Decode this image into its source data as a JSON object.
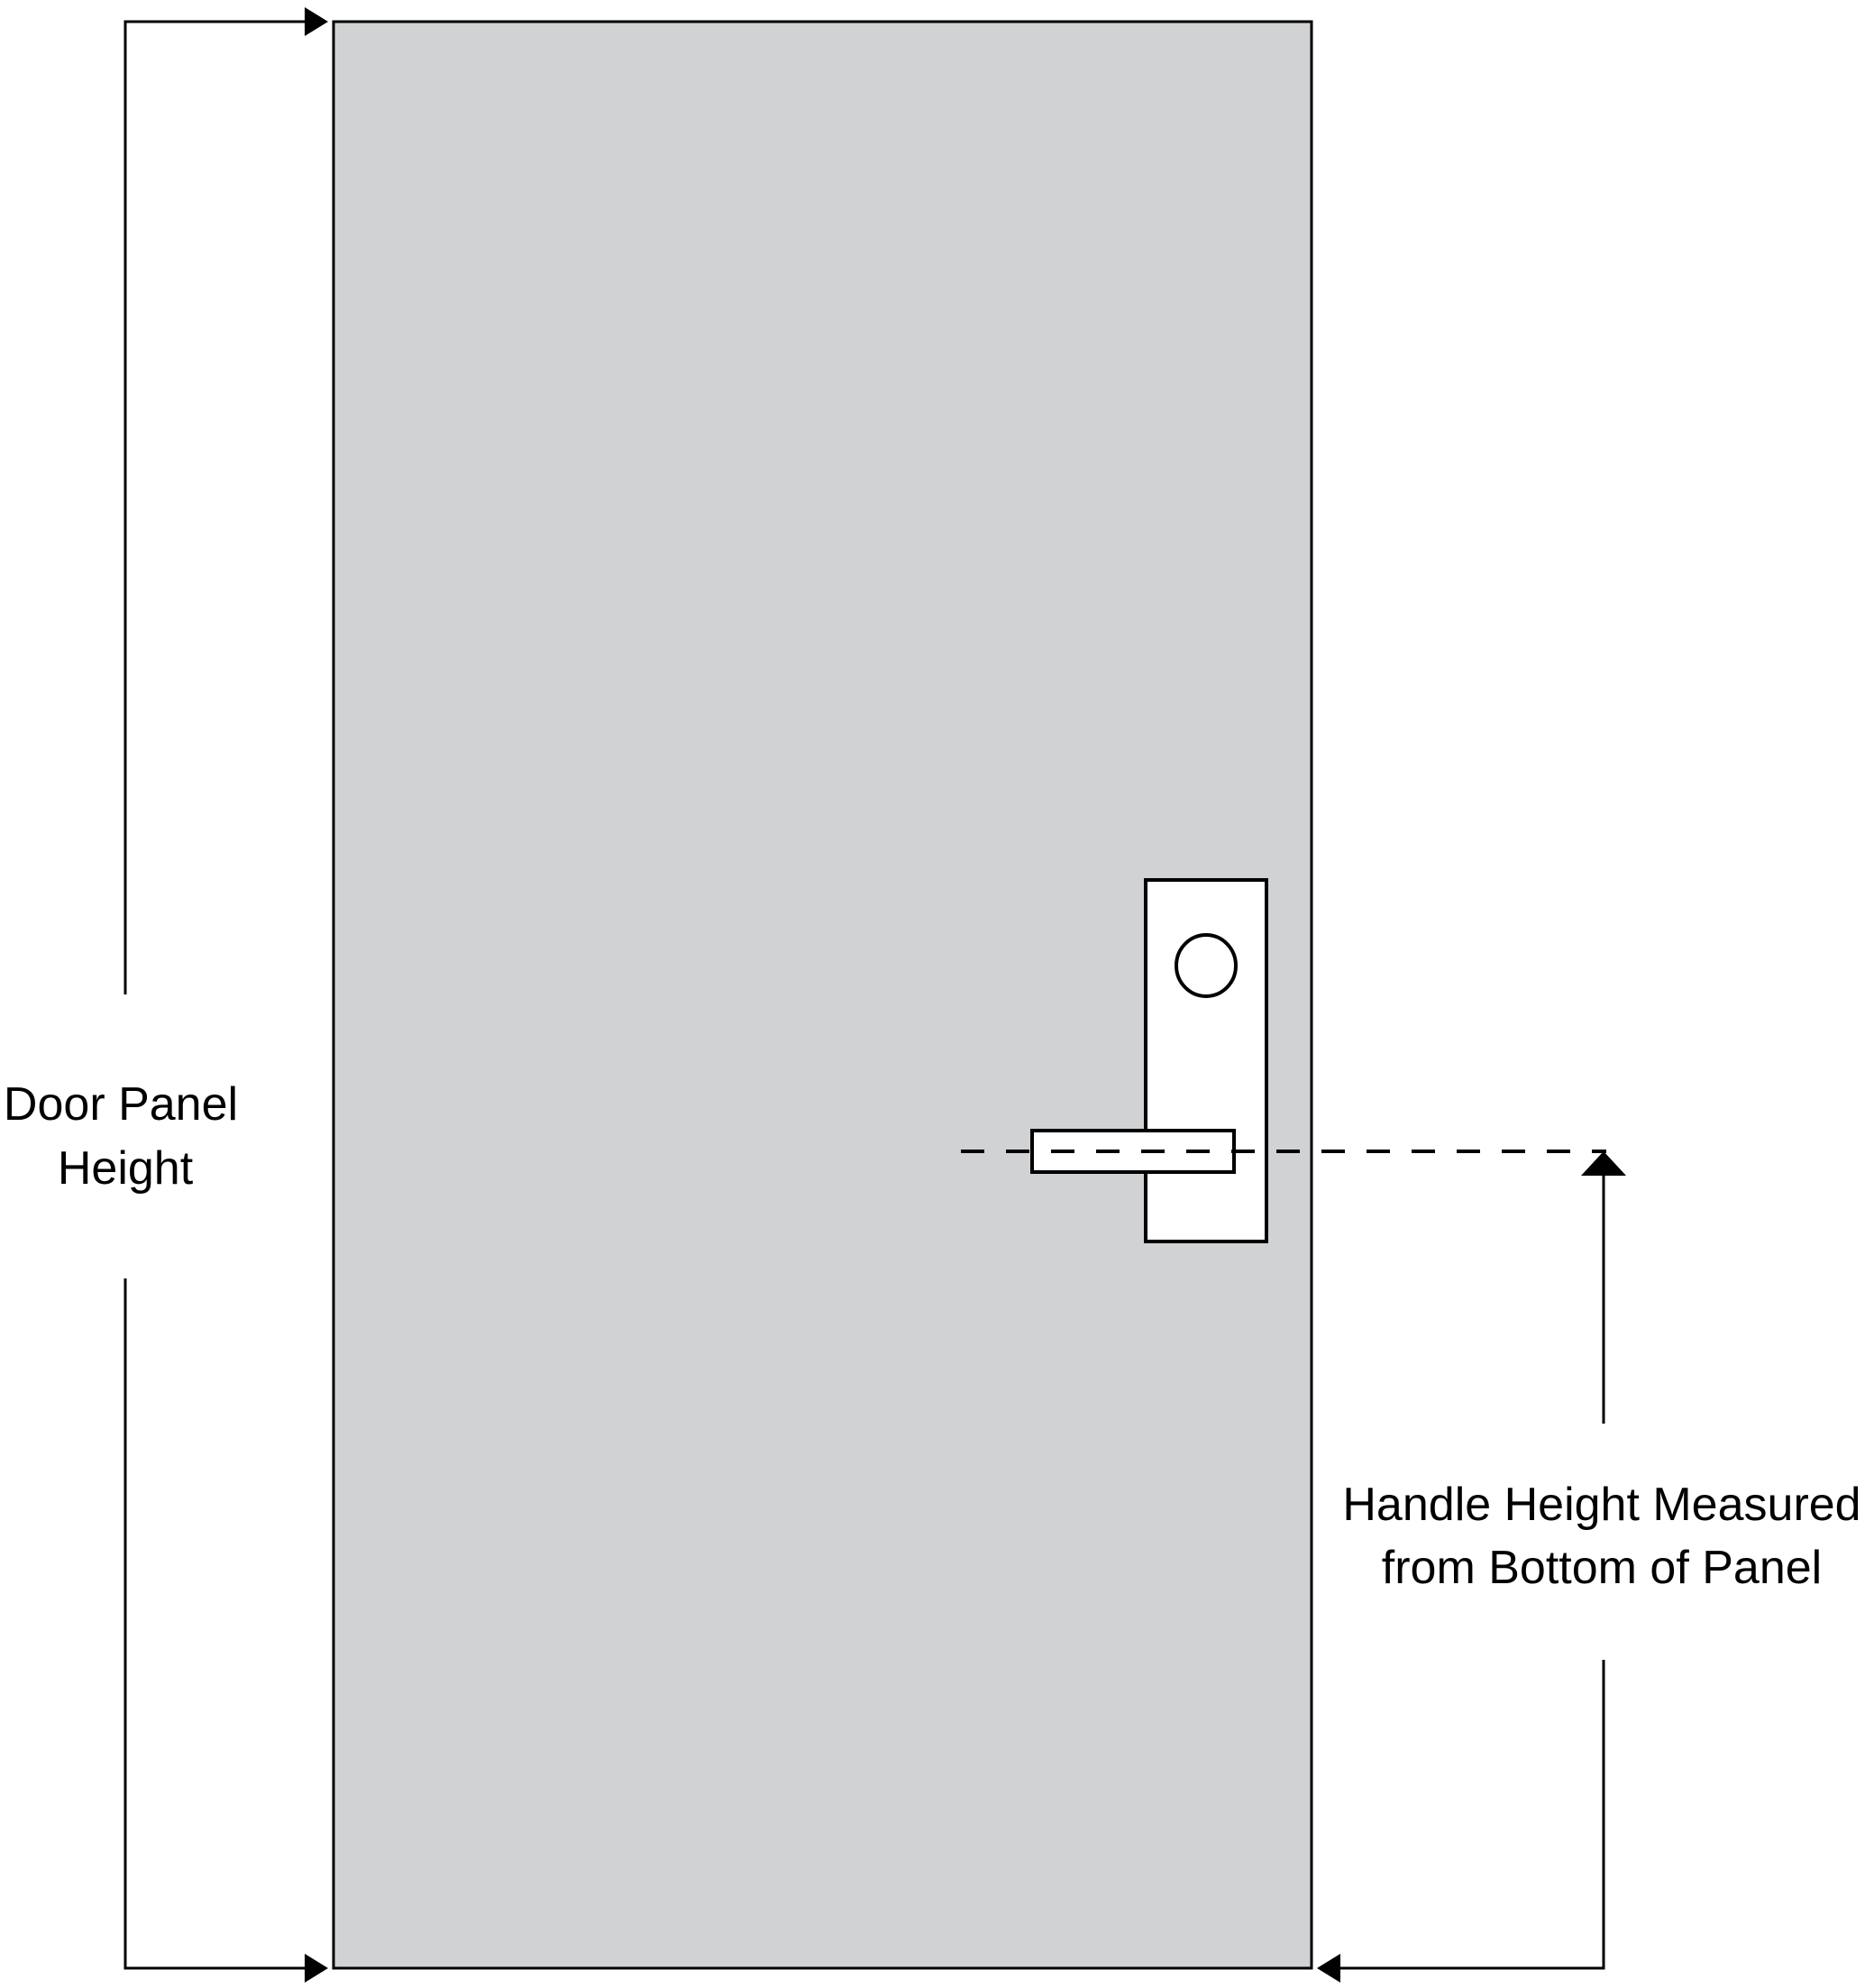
{
  "labels": {
    "door_height_line1": "Door Panel",
    "door_height_line2": "Height",
    "handle_height_line1": "Handle Height Measured",
    "handle_height_line2": "from Bottom of Panel"
  },
  "colors": {
    "door_fill": "#d1d2d4",
    "stroke": "#000000",
    "background": "#ffffff"
  }
}
